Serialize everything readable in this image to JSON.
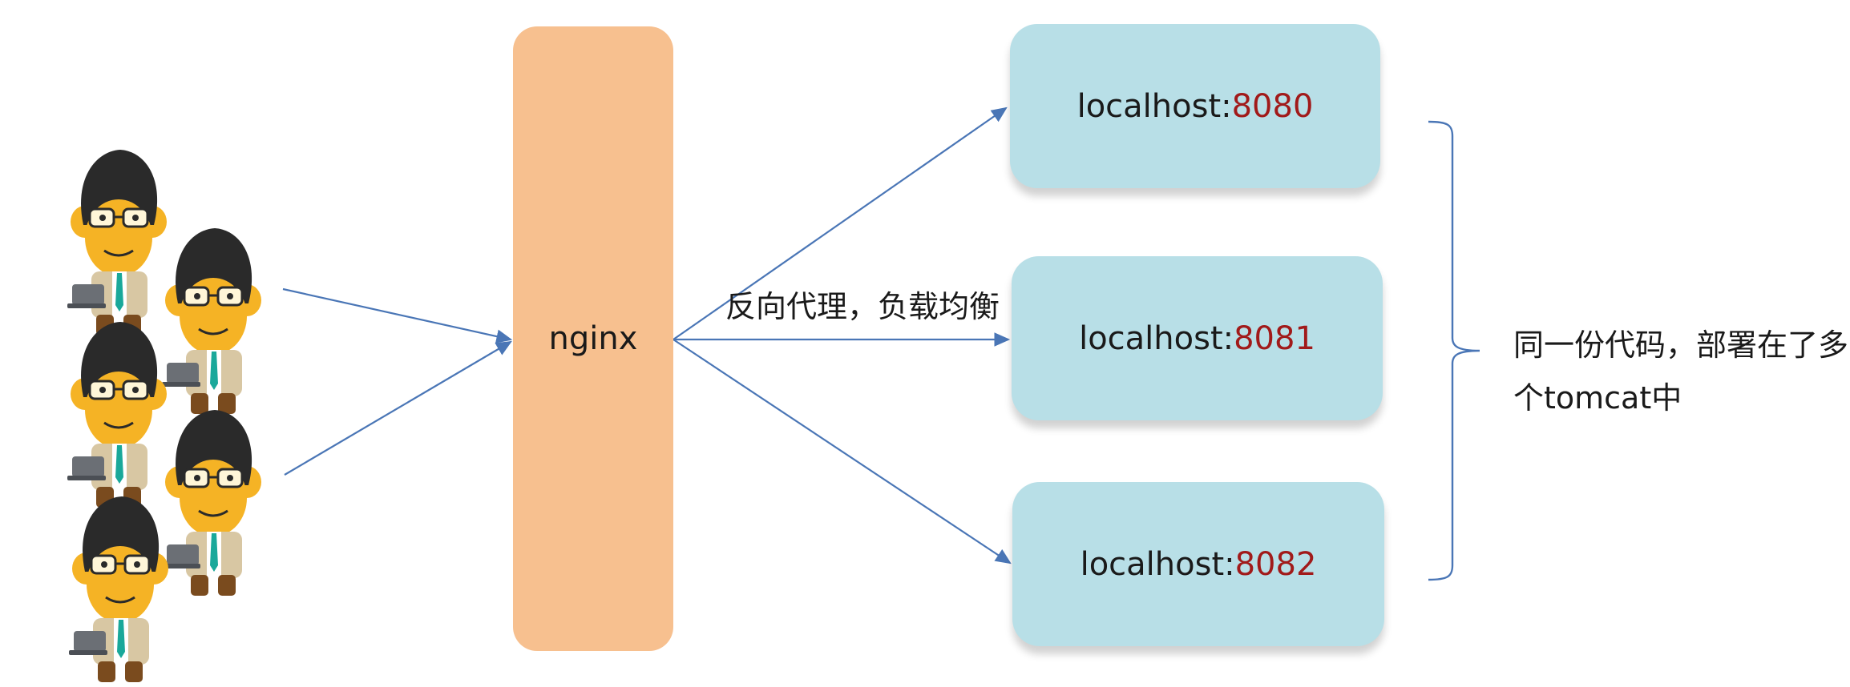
{
  "users": {
    "figures": [
      {
        "name": "user-1"
      },
      {
        "name": "user-2"
      },
      {
        "name": "user-3"
      },
      {
        "name": "user-4"
      },
      {
        "name": "user-5"
      }
    ]
  },
  "nginx": {
    "label": "nginx"
  },
  "proxy": {
    "label": "反向代理，负载均衡"
  },
  "servers": [
    {
      "host": "localhost:",
      "port": "8080"
    },
    {
      "host": "localhost:",
      "port": "8081"
    },
    {
      "host": "localhost:",
      "port": "8082"
    }
  ],
  "note": {
    "text": "同一份代码，部署在了多个tomcat中"
  },
  "colors": {
    "nginx_fill": "#f7c08f",
    "server_fill": "#b8dfe7",
    "arrow": "#4a76b6",
    "port_text": "#a11a1a"
  }
}
